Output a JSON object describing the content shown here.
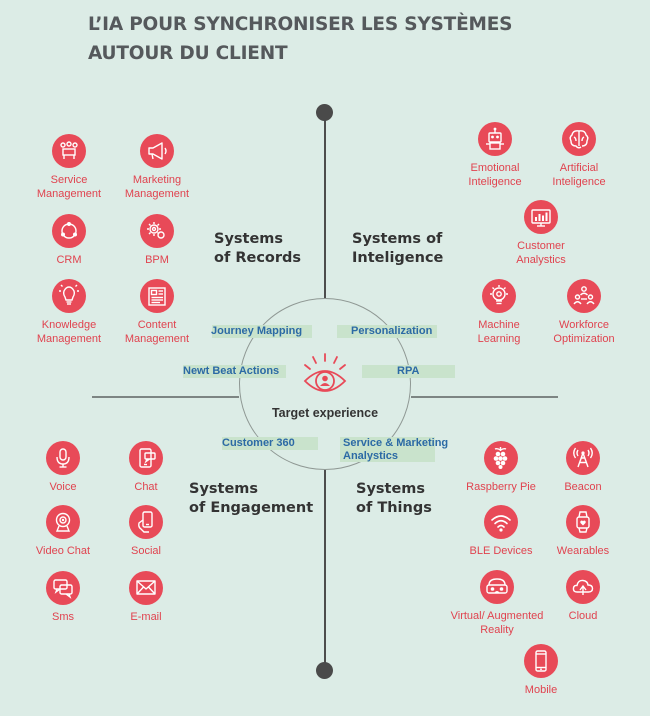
{
  "title": {
    "line1": "L’IA POUR SYNCHRONISER LES SYSTÈMES",
    "line2": "AUTOUR DU CLIENT"
  },
  "center": {
    "label": "Target experience"
  },
  "quadrants": {
    "records": {
      "line1": "Systems",
      "line2": "of Records"
    },
    "intelligence": {
      "line1": "Systems of",
      "line2": "Inteligence"
    },
    "engagement": {
      "line1": "Systems",
      "line2": "of Engagement"
    },
    "things": {
      "line1": "Systems",
      "line2": "of Things"
    }
  },
  "hub_labels": {
    "journey": "Journey Mapping",
    "personalization": "Personalization",
    "newt": "Newt Beat Actions",
    "rpa": "RPA",
    "customer360": "Customer 360",
    "service_line1": "Service & Marketing",
    "service_line2": "Analystics"
  },
  "records": {
    "service": {
      "l1": "Service",
      "l2": "Management",
      "icon": "group-icon"
    },
    "marketing": {
      "l1": "Marketing",
      "l2": "Management",
      "icon": "megaphone-icon"
    },
    "crm": {
      "l1": "CRM",
      "icon": "cycle-icon"
    },
    "bpm": {
      "l1": "BPM",
      "icon": "gears-icon"
    },
    "knowledge": {
      "l1": "Knowledge",
      "l2": "Management",
      "icon": "lightbulb-icon"
    },
    "content": {
      "l1": "Content",
      "l2": "Management",
      "icon": "newspaper-icon"
    }
  },
  "intelligence": {
    "emotional": {
      "l1": "Emotional",
      "l2": "Inteligence",
      "icon": "robot-icon"
    },
    "artificial": {
      "l1": "Artificial",
      "l2": "Inteligence",
      "icon": "brain-icon"
    },
    "customer_analytics": {
      "l1": "Customer",
      "l2": "Analystics",
      "icon": "analytics-icon"
    },
    "machine": {
      "l1": "Machine",
      "l2": "Learning",
      "icon": "bulb-gear-icon"
    },
    "workforce": {
      "l1": "Workforce",
      "l2": "Optimization",
      "icon": "team-icon"
    }
  },
  "engagement": {
    "voice": {
      "l1": "Voice",
      "icon": "microphone-icon"
    },
    "chat": {
      "l1": "Chat",
      "icon": "phone-chat-icon"
    },
    "video": {
      "l1": "Video Chat",
      "icon": "webcam-icon"
    },
    "social": {
      "l1": "Social",
      "icon": "hand-phone-icon"
    },
    "sms": {
      "l1": "Sms",
      "icon": "speech-bubbles-icon"
    },
    "email": {
      "l1": "E-mail",
      "icon": "envelope-icon"
    }
  },
  "things": {
    "raspberry": {
      "l1": "Raspberry Pie",
      "icon": "raspberry-icon"
    },
    "beacon": {
      "l1": "Beacon",
      "icon": "beacon-icon"
    },
    "ble": {
      "l1": "BLE Devices",
      "icon": "wifi-icon"
    },
    "wearables": {
      "l1": "Wearables",
      "icon": "watch-icon"
    },
    "vr": {
      "l1": "Virtual/ Augmented",
      "l2": "Reality",
      "icon": "vr-headset-icon"
    },
    "cloud": {
      "l1": "Cloud",
      "icon": "cloud-icon"
    },
    "mobile": {
      "l1": "Mobile",
      "icon": "mobile-icon"
    }
  },
  "colors": {
    "accent": "#e84a58",
    "label": "#e0434f",
    "hub_text": "#2c6aa5",
    "pill": "#c9e3cc",
    "background": "#dcece6"
  }
}
